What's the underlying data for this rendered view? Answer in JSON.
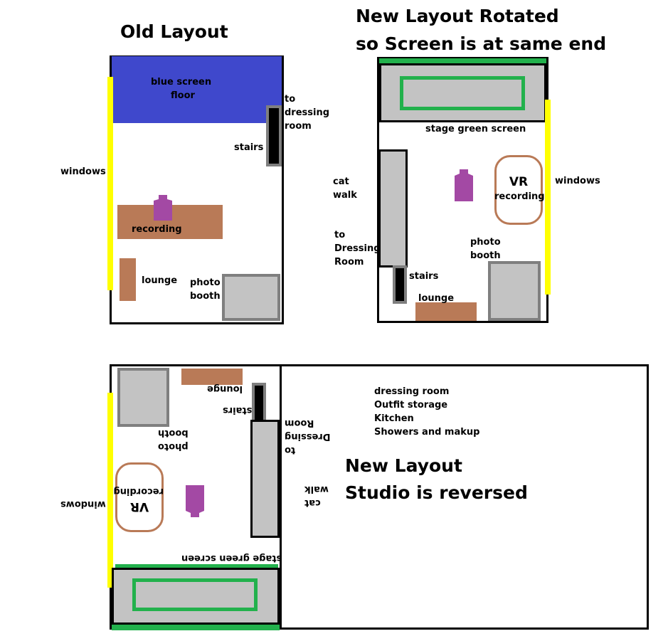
{
  "titles": {
    "old_layout": "Old Layout",
    "new_rotated_line1": "New Layout Rotated",
    "new_rotated_line2": "so Screen is at same end",
    "new_reversed_line1": "New Layout",
    "new_reversed_line2": "Studio is reversed"
  },
  "old_layout": {
    "blue_screen_line1": "blue screen",
    "blue_screen_line2": "floor",
    "to_dressing_1": "to",
    "to_dressing_2": "dressing",
    "to_dressing_3": "room",
    "stairs": "stairs",
    "windows": "windows",
    "recording": "recording",
    "lounge": "lounge",
    "photo_booth_1": "photo",
    "photo_booth_2": "booth"
  },
  "rotated_layout": {
    "stage_green_screen": "stage green screen",
    "cat_walk_1": "cat",
    "cat_walk_2": "walk",
    "to_dressing_1": "to",
    "to_dressing_2": "Dressing",
    "to_dressing_3": "Room",
    "vr": "VR",
    "vr_recording": "recording",
    "windows": "windows",
    "photo_booth_1": "photo",
    "photo_booth_2": "booth",
    "stairs": "stairs",
    "lounge": "lounge"
  },
  "reversed_layout": {
    "lounge": "lounge",
    "stairs": "stairs",
    "photo_booth_1": "photo",
    "photo_booth_2": "booth",
    "to_dressing_1": "to",
    "to_dressing_2": "Dressing",
    "to_dressing_3": "Room",
    "cat_walk_1": "cat",
    "cat_walk_2": "walk",
    "vr": "VR",
    "vr_recording": "recording",
    "windows": "windows",
    "stage_green_screen": "stage green screen",
    "dressing_area_items": [
      "dressing room",
      "Outfit storage",
      "Kitchen",
      "Showers and makup"
    ]
  },
  "colors": {
    "blue_screen": "#3f48cc",
    "windows": "#ffff00",
    "furniture": "#b97a57",
    "person": "#a349a4",
    "green_screen": "#22b14c",
    "grey": "#c3c3c3",
    "border_grey": "#7f7f7f"
  }
}
